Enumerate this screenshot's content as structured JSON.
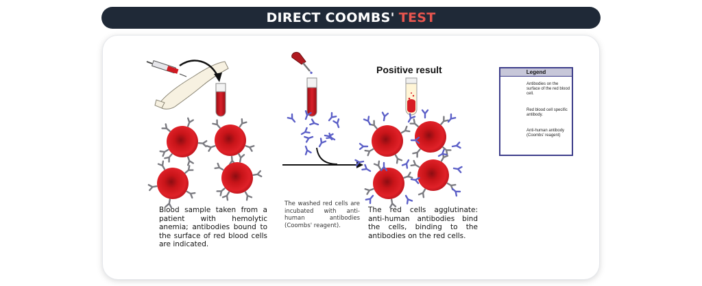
{
  "header": {
    "title_main": "DIRECT COOMBS'",
    "title_accent": "TEST",
    "accent_color": "#e8554e",
    "bar_color": "#1f2937"
  },
  "diagram": {
    "positive_label": "Positive result",
    "caption_1": "Blood sample taken from a patient with hemolytic anemia; antibodies bound to the surface of red blood cells are indicated.",
    "caption_2": "The washed red cells are incubated with anti-human antibodies (Coombs' reagent).",
    "caption_3": "The red cells agglutinate: anti-human antibodies bind the cells, binding to the antibodies on the red cells."
  },
  "legend": {
    "title": "Legend",
    "items": [
      {
        "icon": "red-blood-cell-icon",
        "text": "Antibodies on the surface of the red blood cell."
      },
      {
        "icon": "gray-antibody-icon",
        "text": "Red blood cell specific antibody."
      },
      {
        "icon": "blue-antibody-icon",
        "text": "Anti-human antibody (Coombs' reagent)"
      }
    ]
  },
  "colors": {
    "rbc": "#d0181e",
    "rbc_dark": "#8c0d12",
    "antibody_gray": "#7a7a80",
    "antibody_blue": "#5b5fc7"
  }
}
